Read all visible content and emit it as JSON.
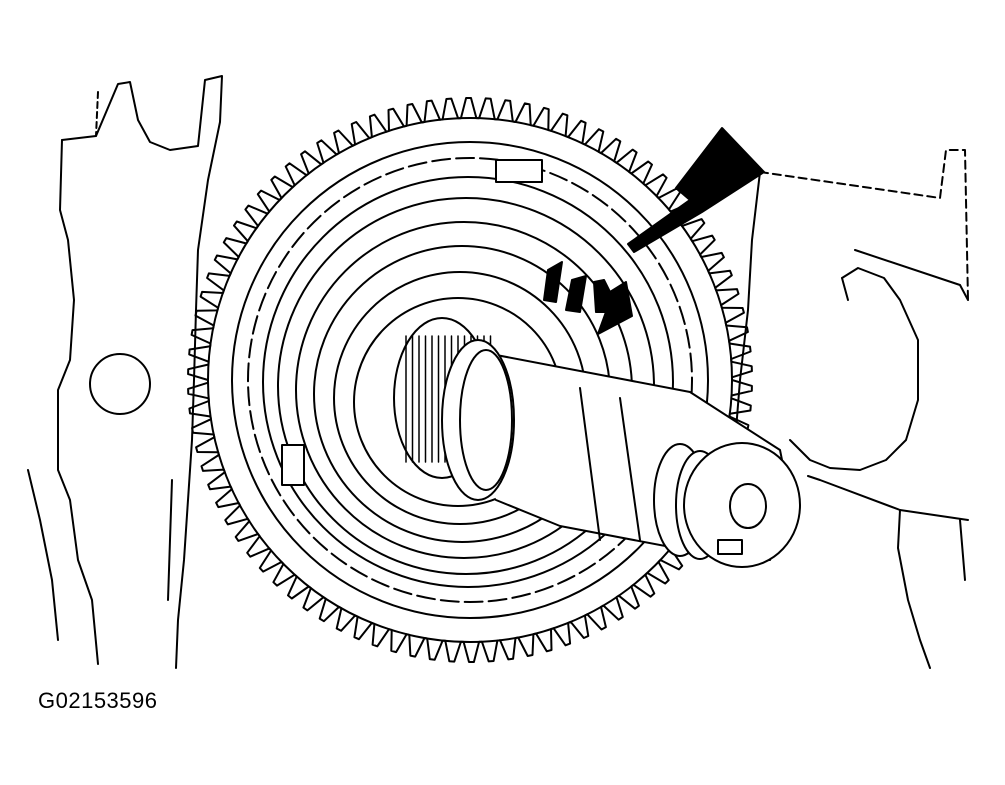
{
  "figure": {
    "caption": "G02153596",
    "line_color": "#000000",
    "background_color": "#ffffff",
    "icons": [
      "callout-arrow",
      "direction-arrow"
    ]
  }
}
